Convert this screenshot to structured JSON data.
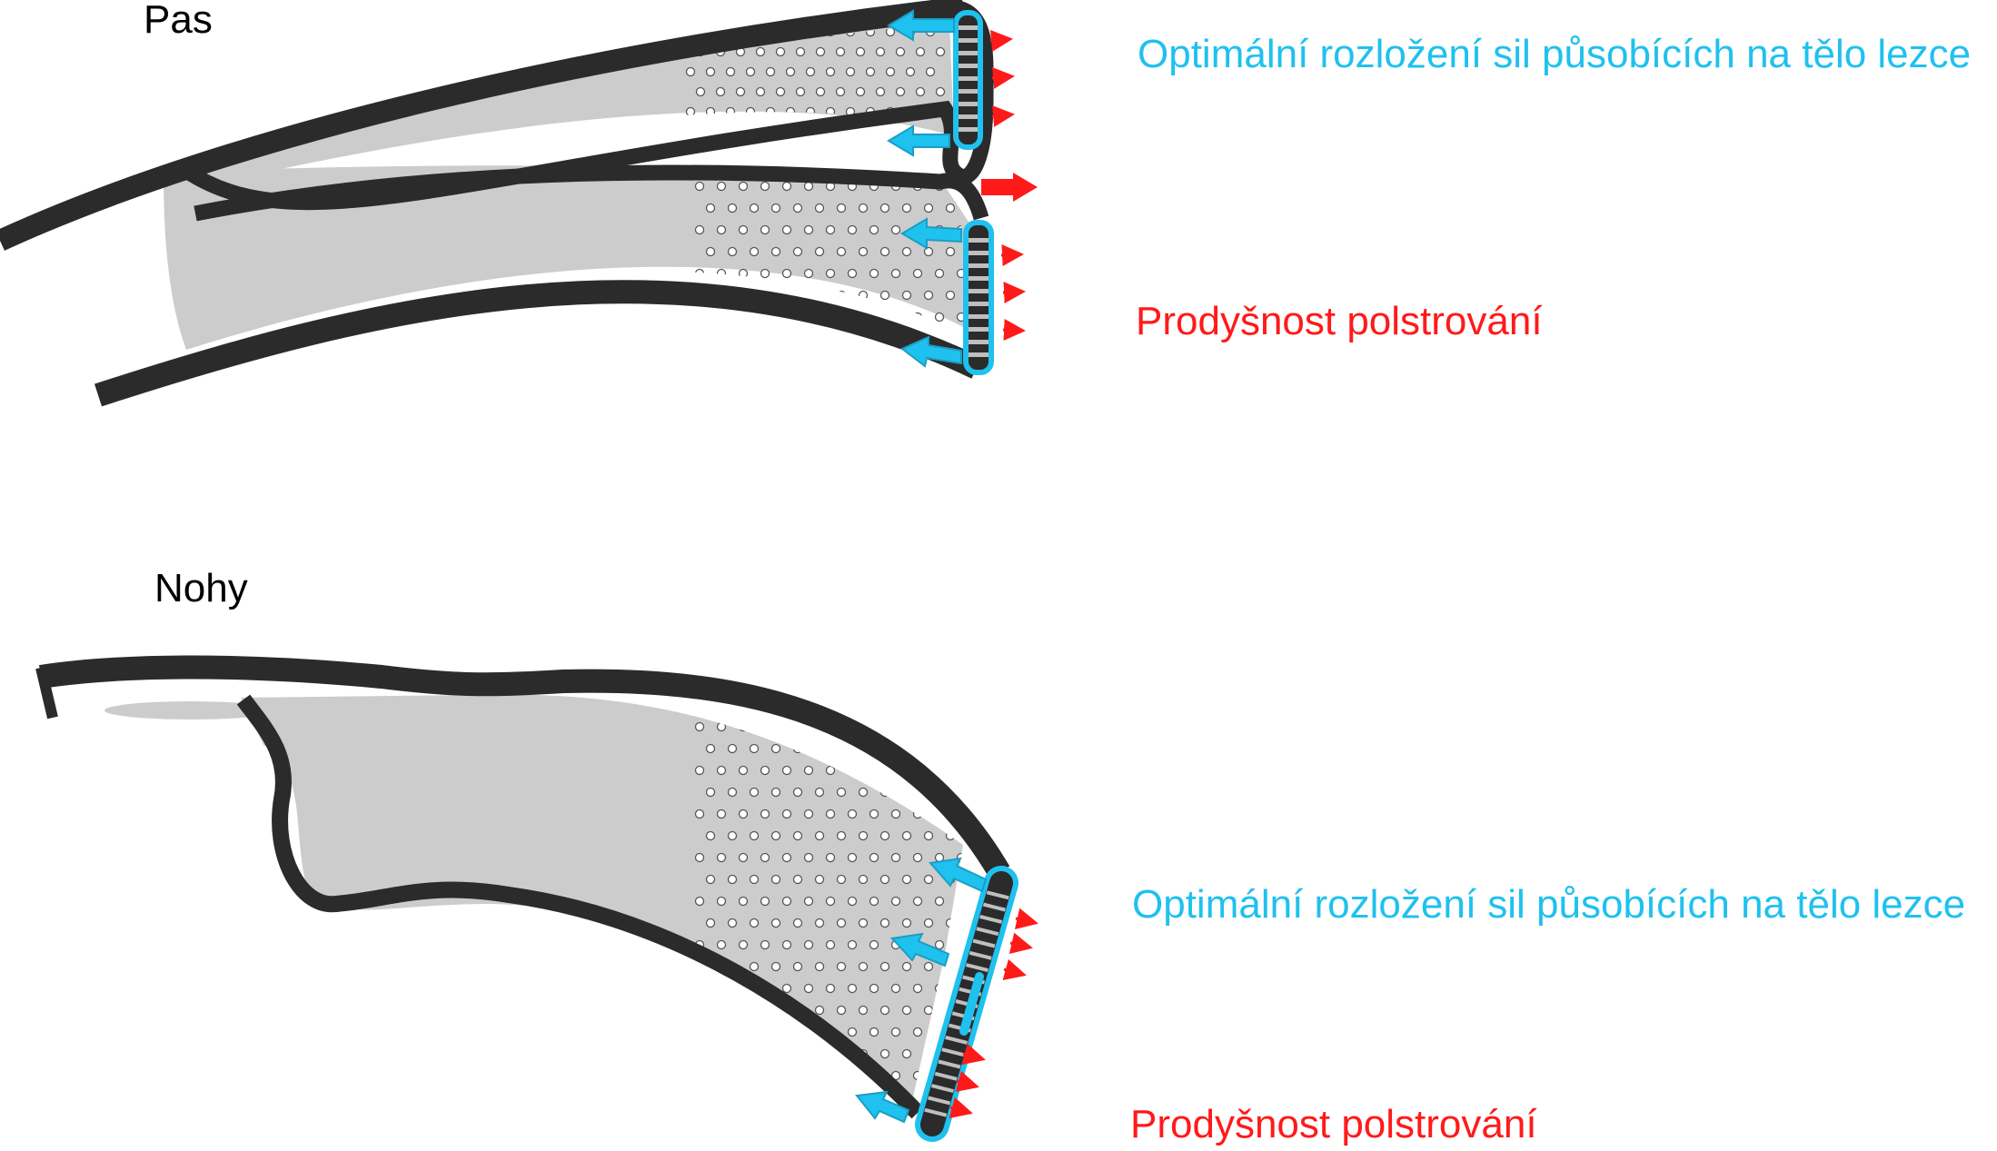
{
  "colors": {
    "strap": "#2b2b2b",
    "padding": "#cccccc",
    "dots_fill": "#ffffff",
    "force_arrow": "#1fc1ee",
    "force_outline": "#1fc1ee",
    "breath_arrow": "#ff1a1a",
    "force_text": "#1fc1ee",
    "breath_text": "#ff1a1a"
  },
  "pas": {
    "heading": "Pas",
    "force_label": "Optimální rozložení sil  působících na tělo lezce",
    "breath_label": "Prodyšnost polstrování"
  },
  "nohy": {
    "heading": "Nohy",
    "force_label": "Optimální rozložení sil působících na tělo lezce",
    "breath_label": "Prodyšnost polstrování"
  }
}
